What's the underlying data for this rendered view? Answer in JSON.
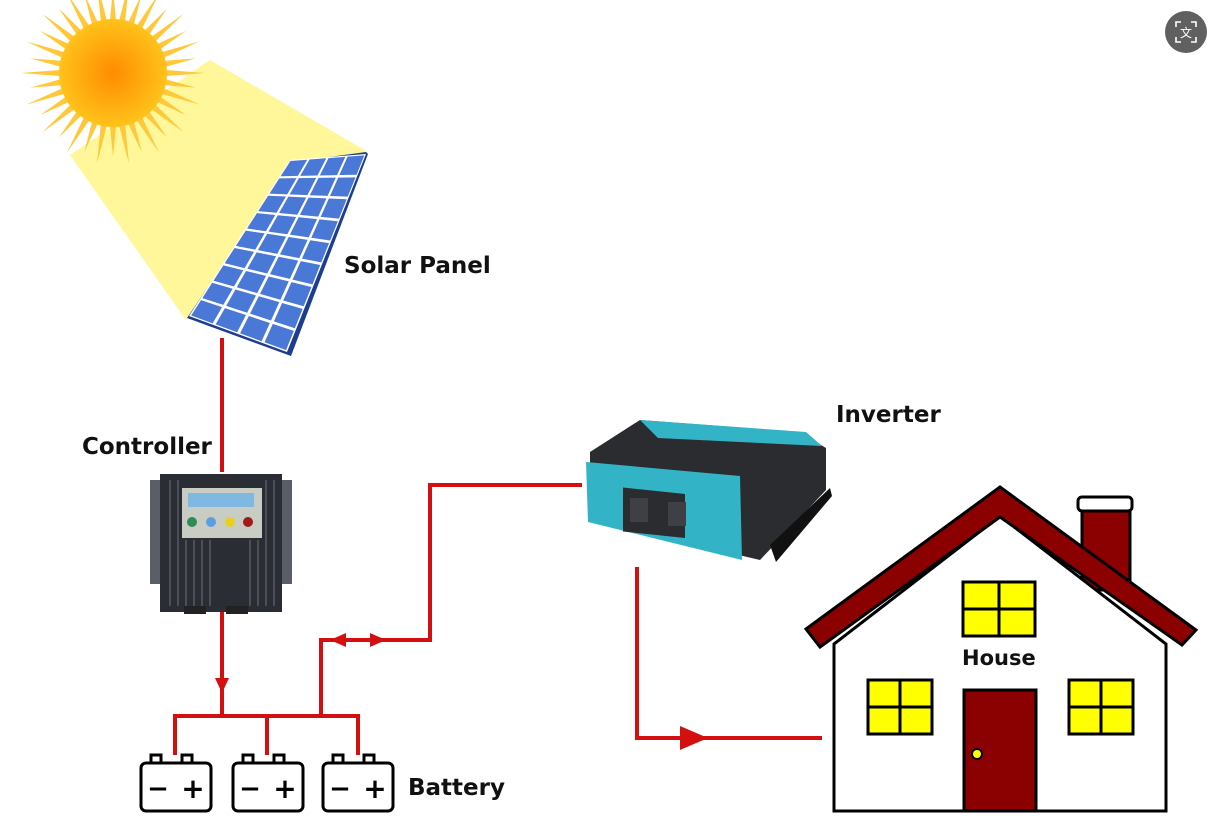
{
  "labels": {
    "solar_panel": "Solar Panel",
    "controller": "Controller",
    "inverter": "Inverter",
    "battery": "Battery",
    "house": "House"
  },
  "battery_terminals": {
    "negative": "−",
    "positive": "+"
  },
  "translate_button": {
    "icon": "translate-icon",
    "glyph": "文"
  },
  "colors": {
    "wire": "#d40f0f",
    "panel": "#4a78d6",
    "sun": "#ff9a00",
    "beam": "#fff79a",
    "roof": "#8b0000",
    "window": "#ffff00",
    "inverter_accent": "#33b4c6"
  }
}
